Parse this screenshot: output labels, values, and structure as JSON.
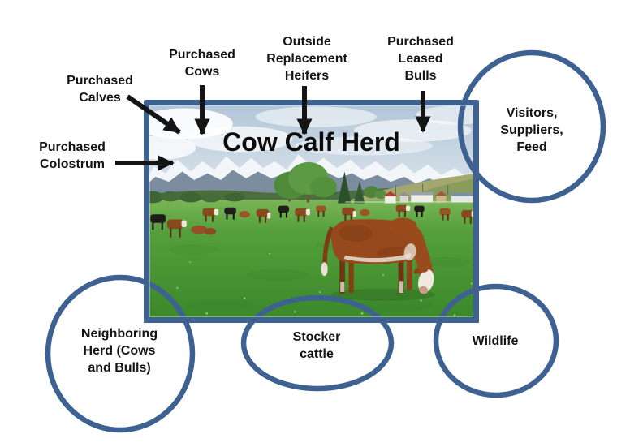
{
  "diagram": {
    "photo_title": "Cow Calf Herd",
    "input_labels": {
      "purchased_calves": "Purchased\nCalves",
      "purchased_cows": "Purchased\nCows",
      "outside_replacement_heifers": "Outside\nReplacement\nHeifers",
      "purchased_leased_bulls": "Purchased\nLeased\nBulls",
      "purchased_colostrum": "Purchased\nColostrum"
    },
    "contact_circles": {
      "visitors_suppliers_feed": "Visitors,\nSuppliers,\nFeed",
      "neighboring_herd": "Neighboring\nHerd (Cows\nand Bulls)",
      "stocker_cattle": "Stocker\ncattle",
      "wildlife": "Wildlife"
    },
    "colors": {
      "outline_blue": "#3d6191",
      "arrow_black": "#141414",
      "text": "#141414",
      "grass_green": "#45952f"
    }
  }
}
